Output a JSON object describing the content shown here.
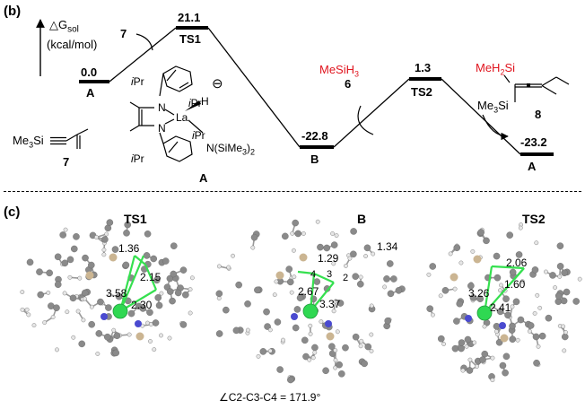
{
  "panel_b": {
    "label": "(b)",
    "axis": {
      "symbol": "△G",
      "subscript": "sol",
      "unit": "(kcal/mol)"
    },
    "states": [
      {
        "id": "A",
        "value": "0.0"
      },
      {
        "id": "TS1",
        "value": "21.1"
      },
      {
        "id": "B",
        "value": "-22.8"
      },
      {
        "id": "TS2",
        "value": "1.3"
      },
      {
        "id": "A",
        "value": "-23.2"
      }
    ],
    "reagent_1": {
      "number": "7"
    },
    "reagent_2": {
      "formula": "MeSiH3",
      "formula_main": "MeSiH",
      "formula_sub": "3",
      "number": "6"
    },
    "product": {
      "top": "MeH2Si",
      "top_main": "MeH",
      "top_sub": "2",
      "top_end": "Si",
      "bottom": "Me3Si",
      "bottom_main": "Me",
      "bottom_sub": "3",
      "bottom_end": "Si",
      "number": "8"
    },
    "substrate": {
      "group_main": "Me",
      "group_sub": "3",
      "group_end": "Si",
      "number": "7"
    },
    "catalyst": {
      "metal": "La",
      "hydride": "H",
      "charge": "⊖",
      "ligand_main": "N(SiMe",
      "ligand_sub": "3",
      "ligand_end": ")",
      "ligand_sub2": "2",
      "N_top": "N",
      "N_bottom": "N",
      "iPr_i": "i",
      "iPr_rest": "Pr",
      "number": "A"
    },
    "colors": {
      "accent": "#e0141e"
    }
  },
  "panel_c": {
    "label": "(c)",
    "structures": [
      {
        "title": "TS1",
        "distances": [
          "1.36",
          "2.15",
          "3.58",
          "2.30"
        ]
      },
      {
        "title": "B",
        "distances": [
          "1.34",
          "1.29",
          "2.67",
          "3.37"
        ],
        "atoms": [
          "4",
          "3",
          "2"
        ],
        "angle_note": "∠C2-C3-C4 = 171.9°"
      },
      {
        "title": "TS2",
        "distances": [
          "2.06",
          "3.26",
          "1.60",
          "2.41"
        ]
      }
    ],
    "colors": {
      "la": "#2fd852",
      "bond": "#35e04f",
      "c": "#8a8a8a",
      "n": "#4a4ad0",
      "si": "#cbb592"
    }
  }
}
